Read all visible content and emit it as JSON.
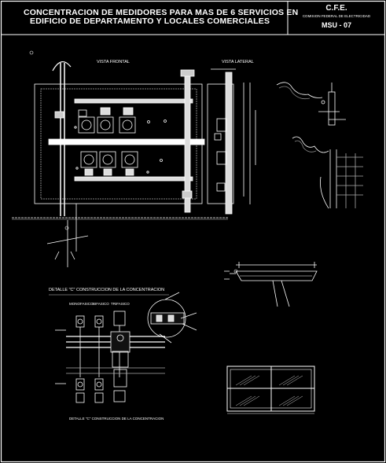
{
  "title_block": {
    "title_line1": "CONCENTRACION DE MEDIDORES PARA MAS DE 6 SERVICIOS EN",
    "title_line2": "EDIFICIO DE DEPARTAMENTO Y LOCALES  COMERCIALES",
    "org": "C.F.E.",
    "org_full": "COMISION FEDERAL DE ELECTRICIDAD",
    "sheet_code": "MSU - 07"
  },
  "views": {
    "front": "VISTA FRONTAL",
    "side": "VISTA LATERAL"
  },
  "detail": {
    "title": "DETALLE \"C\" CONSTRUCCION DE LA CONCENTRACION",
    "caption": "DETALLE \"C\" CONSTRUCCION DE LA CONCENTRACION",
    "col_monofasico": "MONOFASICO",
    "col_bifasico": "BIFASICO",
    "col_trifasico": "TRIFASICO"
  },
  "colors": {
    "background": "#000000",
    "lines": "#ffffff",
    "cyan": "#00ffff",
    "yellow": "#ffff00",
    "red": "#ff3030"
  }
}
